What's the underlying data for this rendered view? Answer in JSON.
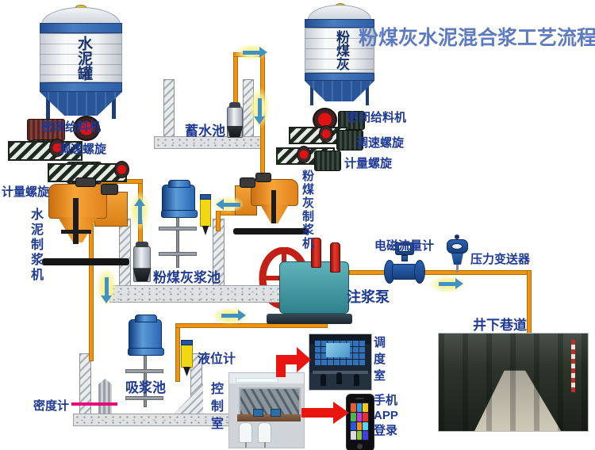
{
  "title": "粉煤灰水泥混合浆工艺流程",
  "silos": {
    "cement": "水泥罐",
    "flyash": "粉煤灰"
  },
  "labels": {
    "cement_feeder": "密闭给料机",
    "cement_speed_screw": "调速螺旋",
    "cement_metering_screw": "计量螺旋",
    "cement_mixer": "水泥制浆机",
    "water_pool": "蓄水池",
    "flyash_feeder": "密闭给料机",
    "flyash_speed_screw": "调速螺旋",
    "flyash_metering_screw": "计量螺旋",
    "flyash_mixer": "粉煤灰制浆机",
    "flyash_pool": "粉煤灰浆池",
    "flow_meter": "电磁流量计",
    "pressure_transmitter": "压力变送器",
    "grouting_pump": "注浆泵",
    "tunnel": "井下巷道",
    "level_gauge": "液位计",
    "suction_pool": "吸浆池",
    "density_meter": "密度计",
    "control_room": "控制室",
    "dispatch_room": "调度室",
    "phone": [
      "手机",
      "APP",
      "登录"
    ]
  },
  "colors": {
    "pipe": "#EF940E",
    "blue_arrow": "#4191C2",
    "red_arrow": "#E81510",
    "label": "#1E3A94",
    "title": "#5D7BC0",
    "machine_orange": "#F08A1D",
    "pump_teal": "#3F9AA6",
    "highlight": "#F8F3A0",
    "density_line": "#E8007D",
    "silo_band_blue": "#2E5FA6"
  }
}
